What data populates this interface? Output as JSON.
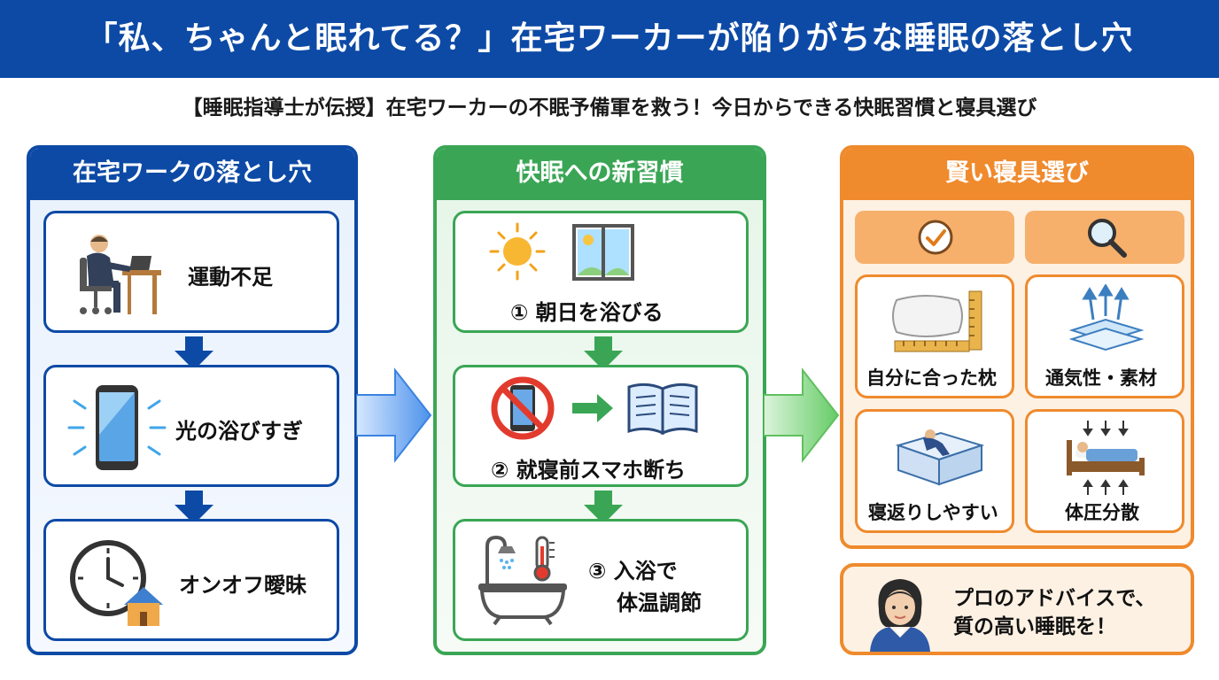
{
  "header": {
    "title": "「私、ちゃんと眠れてる？」在宅ワーカーが陥りがちな睡眠の落とし穴",
    "subtitle": "【睡眠指導士が伝授】在宅ワーカーの不眠予備軍を救う！今日からできる快眠習慣と寝具選び"
  },
  "pitfalls": {
    "heading": "在宅ワークの落とし穴",
    "items": [
      {
        "label": "運動不足",
        "icon": "desk-worker-icon"
      },
      {
        "label": "光の浴びすぎ",
        "icon": "smartphone-glow-icon"
      },
      {
        "label": "オンオフ曖昧",
        "icon": "clock-house-icon"
      }
    ]
  },
  "habits": {
    "heading": "快眠への新習慣",
    "items": [
      {
        "label": "① 朝日を浴びる",
        "icon": "sun-window-icon"
      },
      {
        "label": "② 就寝前スマホ断ち",
        "icon": "no-phone-book-icon"
      },
      {
        "label_line1": "③ 入浴で",
        "label_line2": "体温調節",
        "icon": "bath-thermometer-icon"
      }
    ]
  },
  "bedding": {
    "heading": "賢い寝具選び",
    "header_icons": [
      "check-icon",
      "magnifier-icon"
    ],
    "items": [
      {
        "label": "自分に合った枕",
        "icon": "pillow-ruler-icon"
      },
      {
        "label": "通気性・素材",
        "icon": "breathable-layers-icon"
      },
      {
        "label": "寝返りしやすい",
        "icon": "mattress-sleeper-icon"
      },
      {
        "label": "体圧分散",
        "icon": "bed-pressure-icon"
      }
    ]
  },
  "advice": {
    "line1": "プロのアドバイスで、",
    "line2": "質の高い睡眠を！",
    "icon": "advisor-avatar-icon"
  },
  "colors": {
    "blue": "#0d4aa6",
    "green": "#3aa655",
    "orange": "#ef8a2d"
  }
}
